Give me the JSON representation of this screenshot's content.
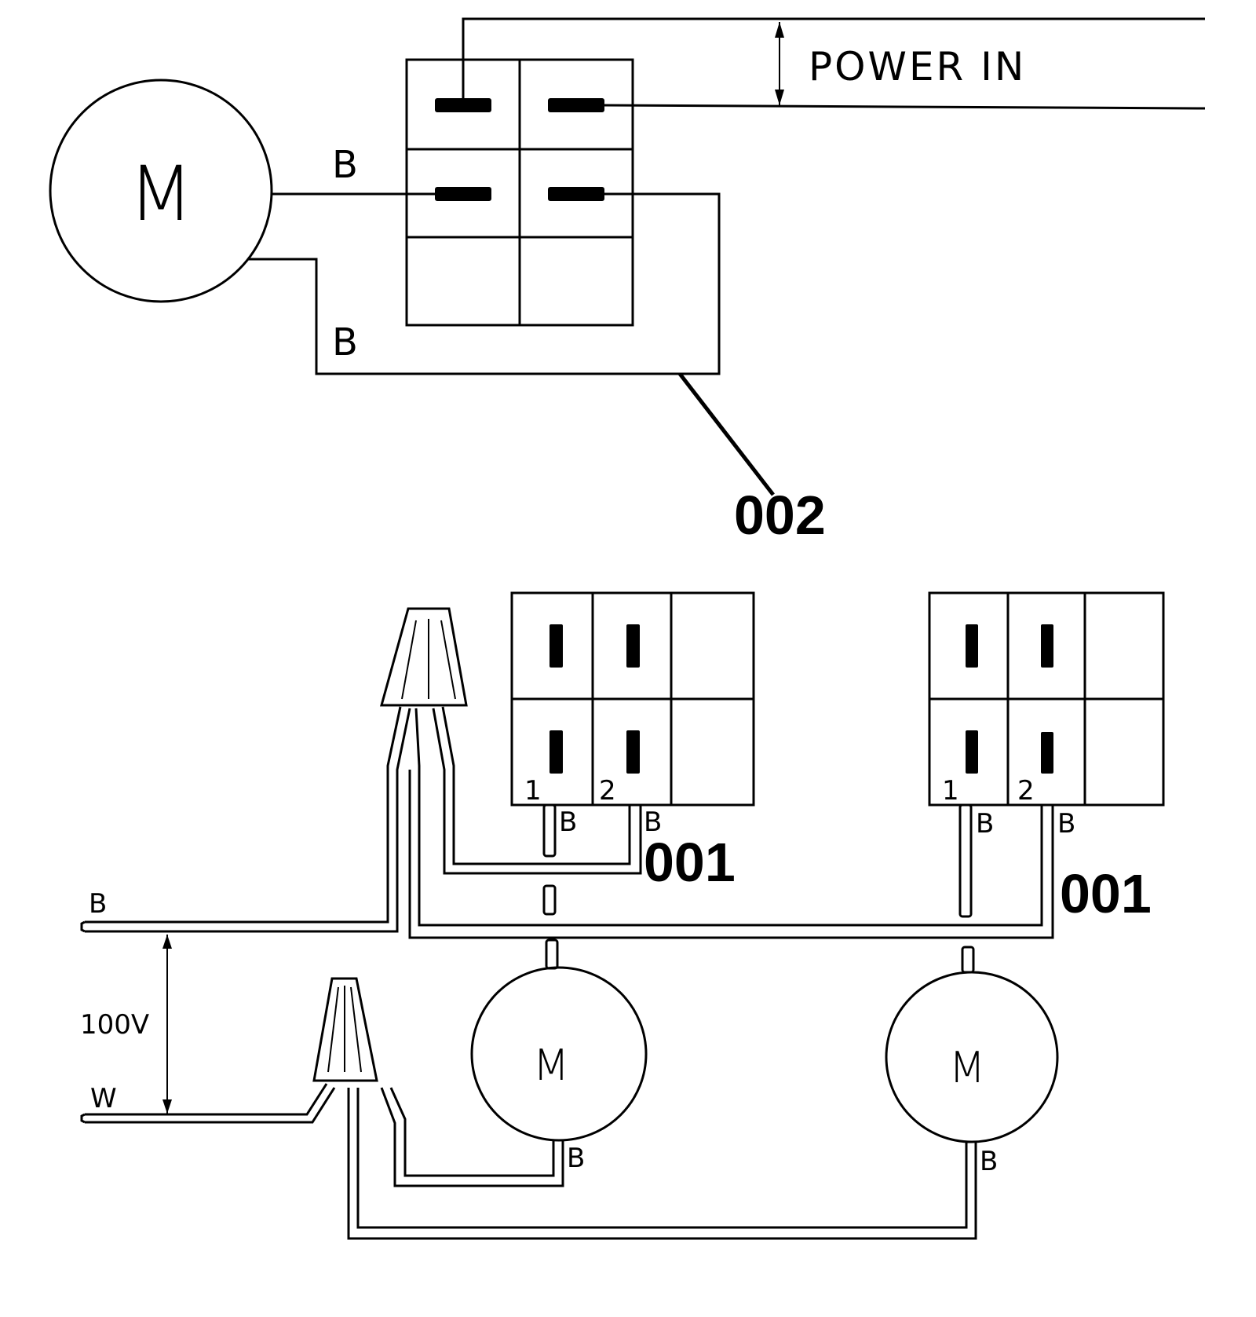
{
  "diagram": {
    "top": {
      "motor_label": "M",
      "wire_labels": [
        "B",
        "B"
      ],
      "power_label": "POWER IN",
      "callout": "002"
    },
    "bottom": {
      "wire_labels": {
        "line_b": "B",
        "line_w": "W"
      },
      "voltage_label": "100V",
      "motors": [
        {
          "label": "M",
          "wire_label": "B"
        },
        {
          "label": "M",
          "wire_label": "B"
        }
      ],
      "switches": [
        {
          "terminal_numbers": [
            "1",
            "2"
          ],
          "wire_labels": [
            "B",
            "B"
          ],
          "callout": "001"
        },
        {
          "terminal_numbers": [
            "1",
            "2"
          ],
          "wire_labels": [
            "B",
            "B"
          ],
          "callout": "001"
        }
      ]
    }
  }
}
